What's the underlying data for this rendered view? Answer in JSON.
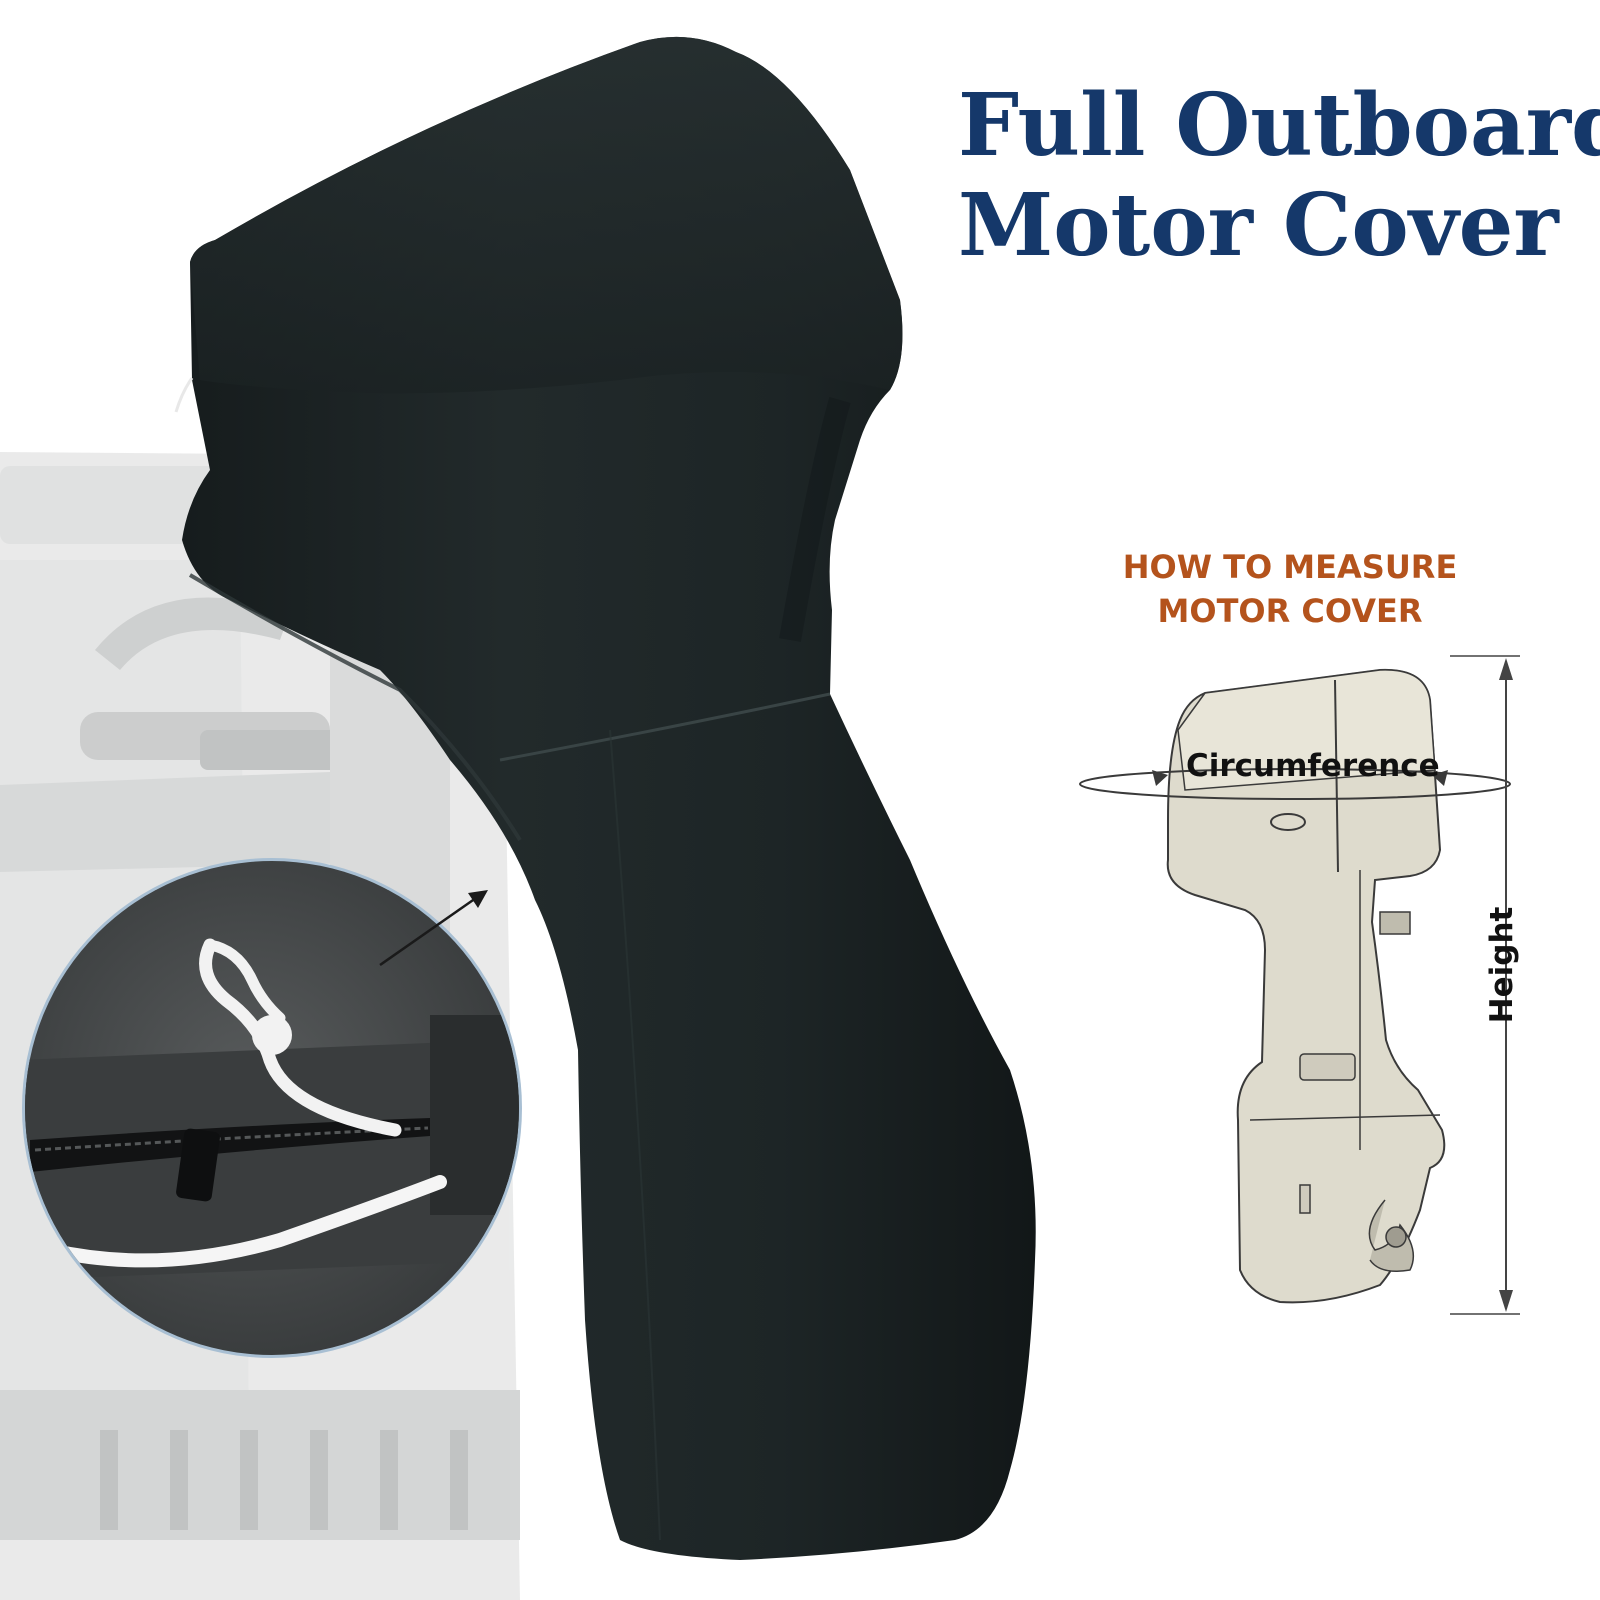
{
  "title": {
    "line1": "Full Outboard",
    "line2": "Motor Cover"
  },
  "measure_guide": {
    "heading_line1": "HOW TO MEASURE",
    "heading_line2": "MOTOR COVER",
    "circumference_label": "Circumference",
    "height_label": "Height"
  },
  "colors": {
    "title": "#15386a",
    "heading": "#b4531c",
    "cover": "#1e2626",
    "diagram_fill": "#dedbcd",
    "inset_ring": "#a8bfd3"
  },
  "icons": {
    "detail_arrow": "arrow-up-right-icon",
    "circumference_arrows": "orbit-arrow-icon",
    "height_arrows": "double-arrow-vertical-icon"
  }
}
